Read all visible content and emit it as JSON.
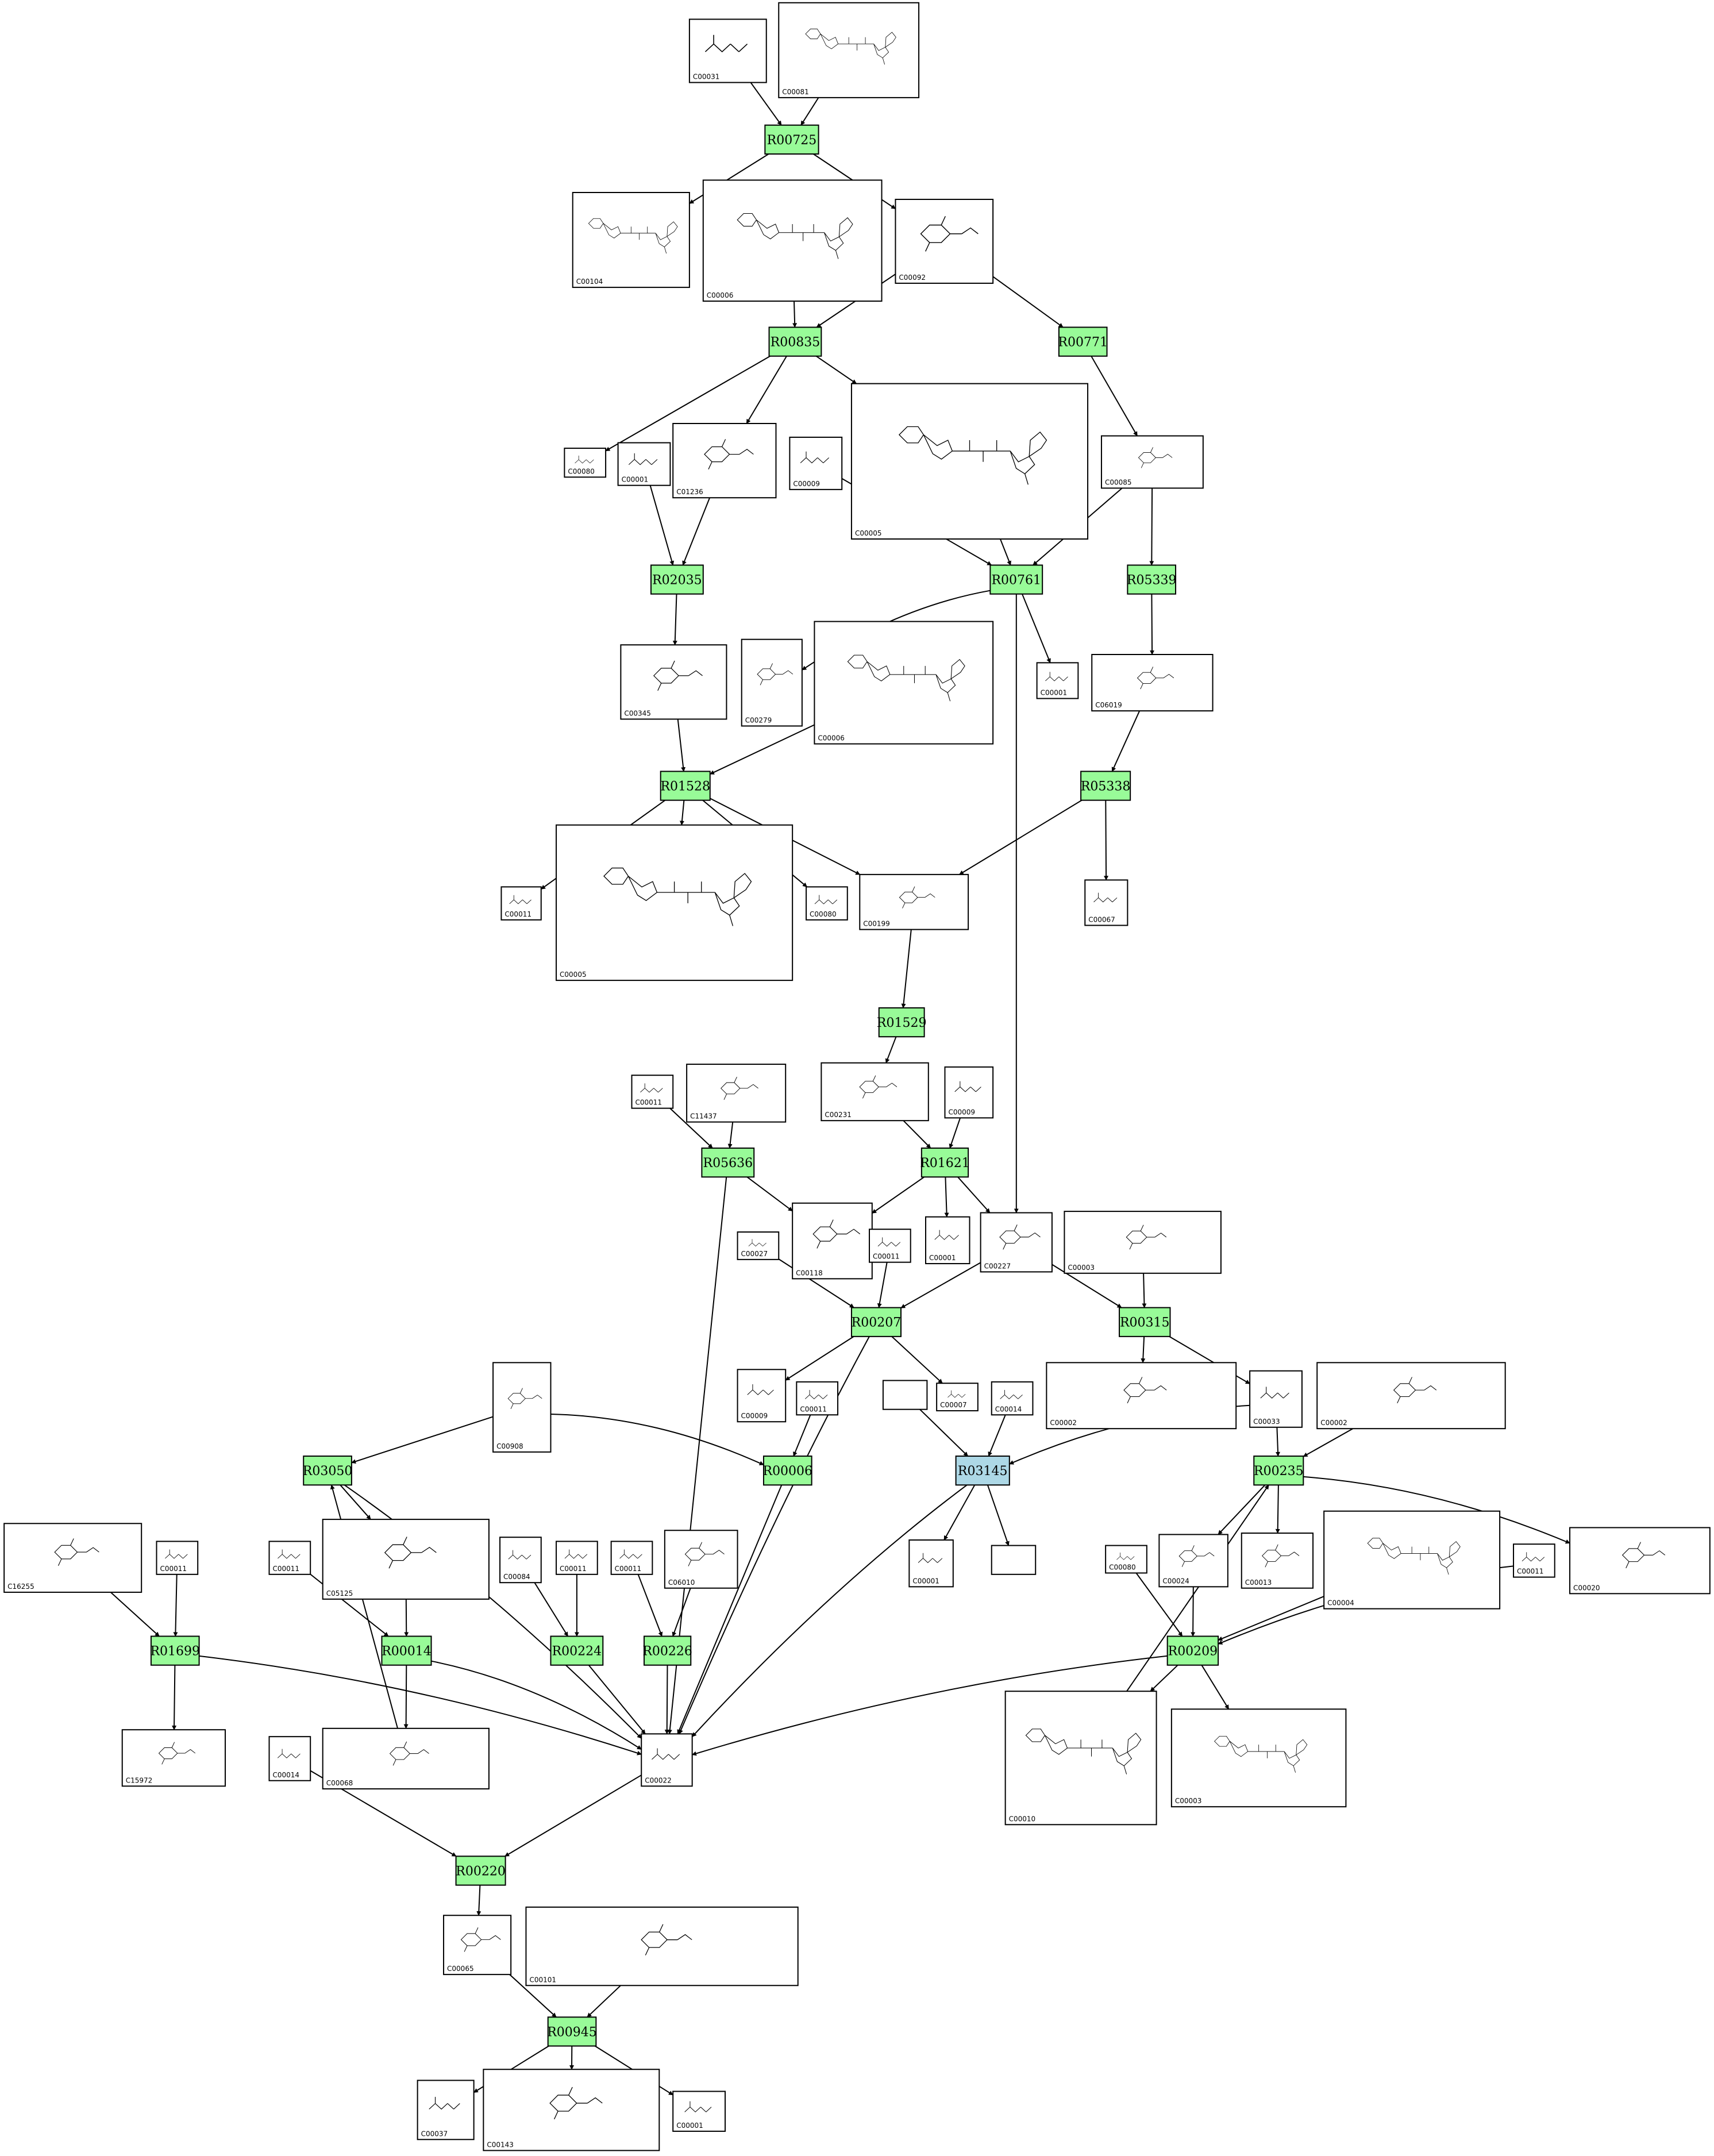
{
  "colors": {
    "reaction_fill": "#98fb98",
    "highlight_fill": "#add8e6",
    "stroke": "#000000"
  },
  "compounds": [
    {
      "id": "n1",
      "label": "C00031"
    },
    {
      "id": "n2",
      "label": "C00081"
    },
    {
      "id": "n3",
      "label": "C00104"
    },
    {
      "id": "n4",
      "label": "C00006"
    },
    {
      "id": "n5",
      "label": "C00092"
    },
    {
      "id": "n6",
      "label": "C00080"
    },
    {
      "id": "n7",
      "label": "C00001"
    },
    {
      "id": "n8",
      "label": "C01236"
    },
    {
      "id": "n9",
      "label": "C00009"
    },
    {
      "id": "n10",
      "label": "C00005"
    },
    {
      "id": "n11",
      "label": "C00085"
    },
    {
      "id": "n12",
      "label": "C00345"
    },
    {
      "id": "n13",
      "label": "C00279"
    },
    {
      "id": "n14",
      "label": "C00006"
    },
    {
      "id": "n15",
      "label": "C00001"
    },
    {
      "id": "n16",
      "label": "C06019"
    },
    {
      "id": "n17",
      "label": "C00011"
    },
    {
      "id": "n18",
      "label": "C00005"
    },
    {
      "id": "n19",
      "label": "C00080"
    },
    {
      "id": "n20",
      "label": "C00199"
    },
    {
      "id": "n21",
      "label": "C00067"
    },
    {
      "id": "n22",
      "label": "C00011"
    },
    {
      "id": "n23",
      "label": "C11437"
    },
    {
      "id": "n24",
      "label": "C00231"
    },
    {
      "id": "n25",
      "label": "C00009"
    },
    {
      "id": "n26",
      "label": "C00027"
    },
    {
      "id": "n27",
      "label": "C00118"
    },
    {
      "id": "n28",
      "label": "C00011"
    },
    {
      "id": "n29",
      "label": "C00001"
    },
    {
      "id": "n30",
      "label": "C00227"
    },
    {
      "id": "n31",
      "label": "C00003"
    },
    {
      "id": "n32",
      "label": "C00009"
    },
    {
      "id": "n33",
      "label": "C00011"
    },
    {
      "id": "n34",
      "label": "C00908"
    },
    {
      "id": "n35",
      "label": ""
    },
    {
      "id": "n36",
      "label": "C00007"
    },
    {
      "id": "n37",
      "label": "C00014"
    },
    {
      "id": "n38",
      "label": "C00002"
    },
    {
      "id": "n39",
      "label": "C00033"
    },
    {
      "id": "n40",
      "label": "C00002"
    },
    {
      "id": "n41",
      "label": "C16255"
    },
    {
      "id": "n42",
      "label": "C00011"
    },
    {
      "id": "n43",
      "label": "C00011"
    },
    {
      "id": "n44",
      "label": "C05125"
    },
    {
      "id": "n45",
      "label": "C00084"
    },
    {
      "id": "n46",
      "label": "C00011"
    },
    {
      "id": "n47",
      "label": "C00011"
    },
    {
      "id": "n48",
      "label": "C06010"
    },
    {
      "id": "n49",
      "label": "C00001"
    },
    {
      "id": "n50",
      "label": ""
    },
    {
      "id": "n51",
      "label": "C00080"
    },
    {
      "id": "n52",
      "label": "C00024"
    },
    {
      "id": "n53",
      "label": "C00013"
    },
    {
      "id": "n54",
      "label": "C00004"
    },
    {
      "id": "n55",
      "label": "C00020"
    },
    {
      "id": "n56",
      "label": "C00011"
    },
    {
      "id": "n57",
      "label": "C15972"
    },
    {
      "id": "n58",
      "label": "C00014"
    },
    {
      "id": "n59",
      "label": "C00068"
    },
    {
      "id": "n60",
      "label": "C00022"
    },
    {
      "id": "n61",
      "label": "C00010"
    },
    {
      "id": "n62",
      "label": "C00003"
    },
    {
      "id": "n63",
      "label": "C00065"
    },
    {
      "id": "n64",
      "label": "C00101"
    },
    {
      "id": "n65",
      "label": "C00037"
    },
    {
      "id": "n66",
      "label": "C00143"
    },
    {
      "id": "n67",
      "label": "C00001"
    }
  ],
  "reactions": [
    {
      "id": "r1",
      "label": "R00725"
    },
    {
      "id": "r2",
      "label": "R00835"
    },
    {
      "id": "r3",
      "label": "R00771"
    },
    {
      "id": "r4",
      "label": "R02035"
    },
    {
      "id": "r5",
      "label": "R00761"
    },
    {
      "id": "r6",
      "label": "R05339"
    },
    {
      "id": "r7",
      "label": "R01528"
    },
    {
      "id": "r8",
      "label": "R05338"
    },
    {
      "id": "r9",
      "label": "R01529"
    },
    {
      "id": "r10",
      "label": "R05636"
    },
    {
      "id": "r11",
      "label": "R01621"
    },
    {
      "id": "r12",
      "label": "R00207"
    },
    {
      "id": "r13",
      "label": "R00315"
    },
    {
      "id": "r14",
      "label": "R03050"
    },
    {
      "id": "r15",
      "label": "R00006"
    },
    {
      "id": "r16",
      "label": "R03145"
    },
    {
      "id": "r17",
      "label": "R00235"
    },
    {
      "id": "r18",
      "label": "R01699"
    },
    {
      "id": "r19",
      "label": "R00014"
    },
    {
      "id": "r20",
      "label": "R00224"
    },
    {
      "id": "r21",
      "label": "R00226"
    },
    {
      "id": "r22",
      "label": "R00209"
    },
    {
      "id": "r23",
      "label": "R00220"
    },
    {
      "id": "r24",
      "label": "R00945"
    }
  ],
  "edges": [
    [
      "n1",
      "r1"
    ],
    [
      "n2",
      "r1"
    ],
    [
      "r1",
      "n3"
    ],
    [
      "r1",
      "n5"
    ],
    [
      "n4",
      "r2"
    ],
    [
      "n5",
      "r2"
    ],
    [
      "n5",
      "r3"
    ],
    [
      "r2",
      "n6"
    ],
    [
      "r2",
      "n8"
    ],
    [
      "r2",
      "n10"
    ],
    [
      "n7",
      "r4"
    ],
    [
      "n8",
      "r4"
    ],
    [
      "n9",
      "r5"
    ],
    [
      "n10",
      "r5"
    ],
    [
      "r3",
      "n11"
    ],
    [
      "n11",
      "r5"
    ],
    [
      "n11",
      "r6"
    ],
    [
      "r4",
      "n12"
    ],
    [
      "r5",
      "n13"
    ],
    [
      "r5",
      "n15"
    ],
    [
      "r5",
      "n30"
    ],
    [
      "r6",
      "n16"
    ],
    [
      "n12",
      "r7"
    ],
    [
      "n14",
      "r7"
    ],
    [
      "r7",
      "n17"
    ],
    [
      "r7",
      "n18"
    ],
    [
      "r7",
      "n19"
    ],
    [
      "r7",
      "n20"
    ],
    [
      "n16",
      "r8"
    ],
    [
      "r8",
      "n20"
    ],
    [
      "r8",
      "n21"
    ],
    [
      "n20",
      "r9"
    ],
    [
      "r9",
      "n24"
    ],
    [
      "n22",
      "r10"
    ],
    [
      "n23",
      "r10"
    ],
    [
      "n24",
      "r11"
    ],
    [
      "n25",
      "r11"
    ],
    [
      "r10",
      "n27"
    ],
    [
      "r10",
      "n60"
    ],
    [
      "r11",
      "n27"
    ],
    [
      "r11",
      "n29"
    ],
    [
      "r11",
      "n30"
    ],
    [
      "n26",
      "r12"
    ],
    [
      "n28",
      "r12"
    ],
    [
      "n30",
      "r12"
    ],
    [
      "n30",
      "r13"
    ],
    [
      "n31",
      "r13"
    ],
    [
      "r12",
      "n32"
    ],
    [
      "r12",
      "n36"
    ],
    [
      "r12",
      "n60"
    ],
    [
      "r13",
      "n38"
    ],
    [
      "r13",
      "n39"
    ],
    [
      "n34",
      "r14"
    ],
    [
      "n34",
      "r15"
    ],
    [
      "n33",
      "r15"
    ],
    [
      "n35",
      "r16"
    ],
    [
      "n37",
      "r16"
    ],
    [
      "n39",
      "r16"
    ],
    [
      "n39",
      "r17"
    ],
    [
      "n40",
      "r17"
    ],
    [
      "r16",
      "n49"
    ],
    [
      "r16",
      "n50"
    ],
    [
      "r16",
      "n60"
    ],
    [
      "r17",
      "n52"
    ],
    [
      "r17",
      "n53"
    ],
    [
      "r17",
      "n55"
    ],
    [
      "r14",
      "n44"
    ],
    [
      "r14",
      "n60"
    ],
    [
      "n41",
      "r18"
    ],
    [
      "n42",
      "r18"
    ],
    [
      "n43",
      "r19"
    ],
    [
      "n44",
      "r19"
    ],
    [
      "n45",
      "r20"
    ],
    [
      "n46",
      "r20"
    ],
    [
      "n47",
      "r21"
    ],
    [
      "n48",
      "r21"
    ],
    [
      "r15",
      "n60"
    ],
    [
      "r18",
      "n57"
    ],
    [
      "r18",
      "n60"
    ],
    [
      "r19",
      "n59"
    ],
    [
      "r19",
      "n60"
    ],
    [
      "n59",
      "r14"
    ],
    [
      "r20",
      "n60"
    ],
    [
      "r21",
      "n60"
    ],
    [
      "n51",
      "r22"
    ],
    [
      "n52",
      "r22"
    ],
    [
      "n54",
      "r22"
    ],
    [
      "n56",
      "r22"
    ],
    [
      "r22",
      "n60"
    ],
    [
      "r22",
      "n61"
    ],
    [
      "r22",
      "n62"
    ],
    [
      "n61",
      "r17"
    ],
    [
      "n58",
      "r23"
    ],
    [
      "n60",
      "r23"
    ],
    [
      "r23",
      "n63"
    ],
    [
      "n63",
      "r24"
    ],
    [
      "n64",
      "r24"
    ],
    [
      "r24",
      "n65"
    ],
    [
      "r24",
      "n66"
    ],
    [
      "r24",
      "n67"
    ]
  ]
}
